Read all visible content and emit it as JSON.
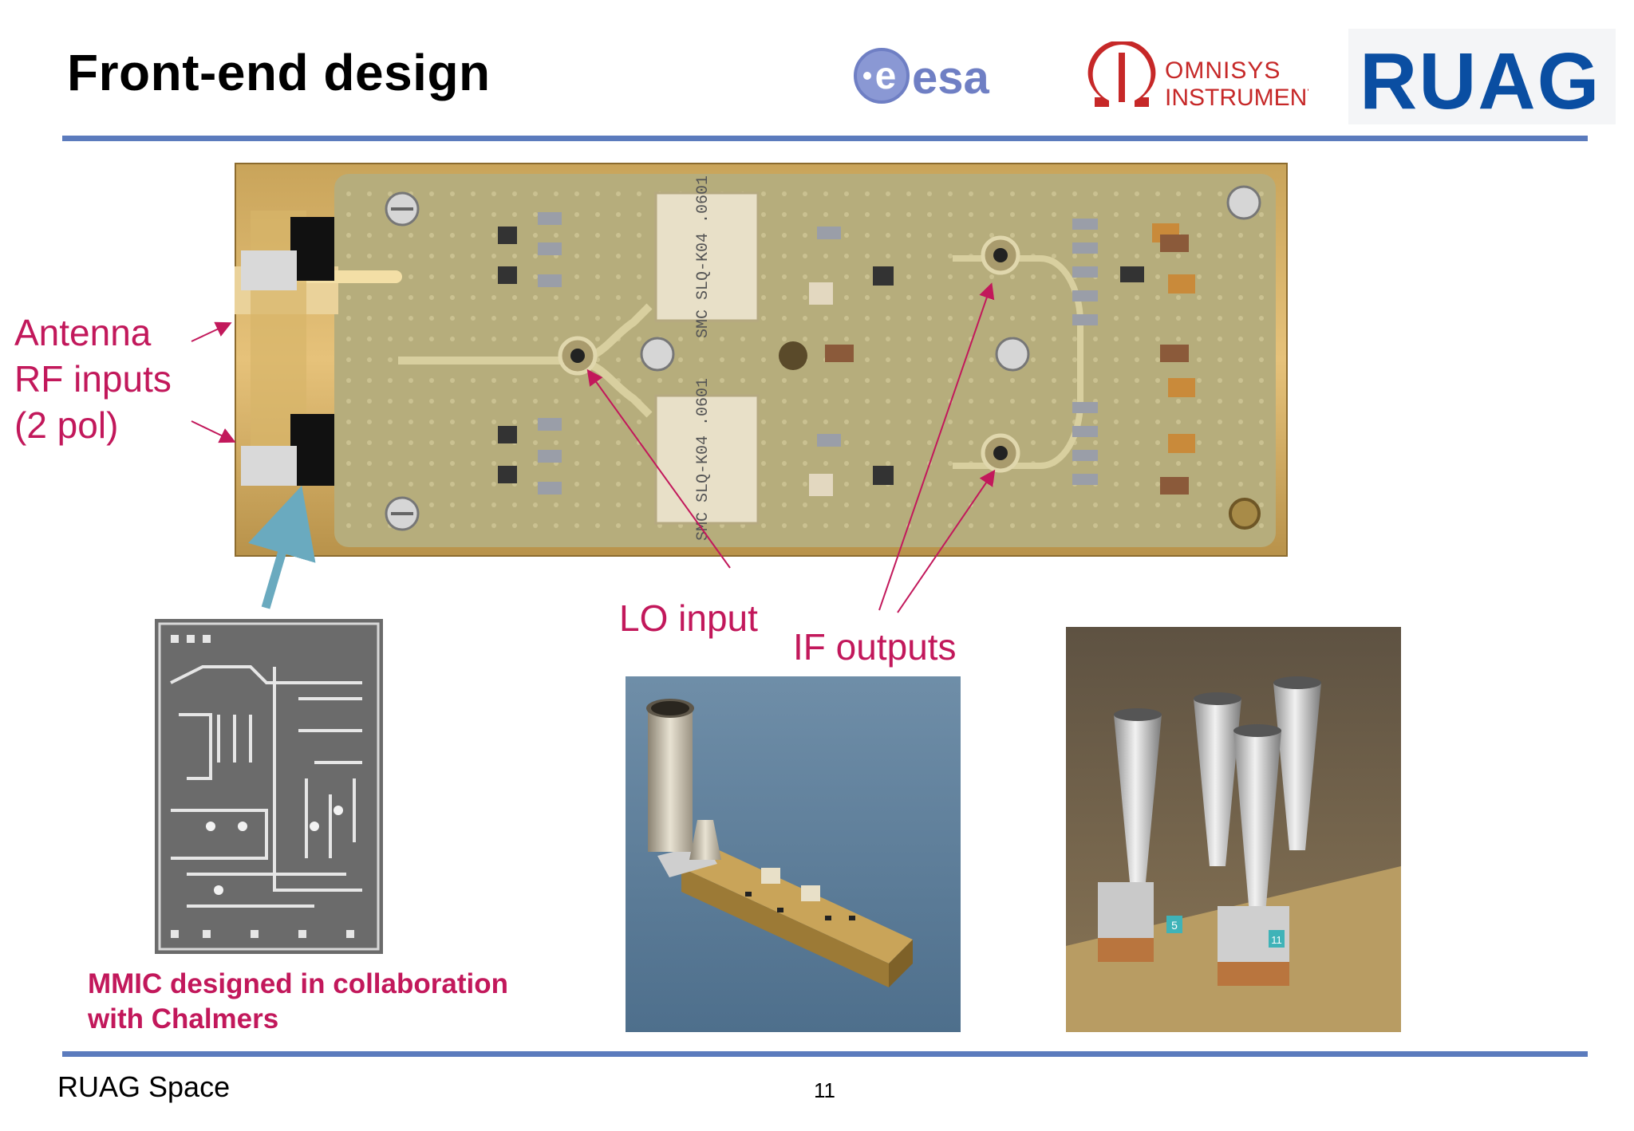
{
  "slide": {
    "title": "Front-end design",
    "footer_left": "RUAG Space",
    "page_number": "11"
  },
  "logos": {
    "esa": "esa",
    "omnisys_line1": "OMNISYS",
    "omnisys_line2": "INSTRUMENTS",
    "ruag": "RUAG"
  },
  "annotations": {
    "antenna_line1": "Antenna",
    "antenna_line2": "RF inputs",
    "antenna_line3": "(2 pol)",
    "lo_input": "LO input",
    "if_outputs": "IF outputs",
    "mmic_line1": "MMIC designed in collaboration",
    "mmic_line2": "with Chalmers"
  },
  "chip_labels": {
    "top": "SMC SLQ-K04 .0601",
    "bottom": "SMC SLQ-K04 .0601"
  },
  "horn_tags": [
    "5",
    "11"
  ],
  "colors": {
    "accent_rule": "#5b7bbd",
    "annotation": "#c2185b",
    "ruag_blue": "#0a4ea2",
    "omnisys_red": "#c62828",
    "esa_blue": "#6f7fc4"
  }
}
